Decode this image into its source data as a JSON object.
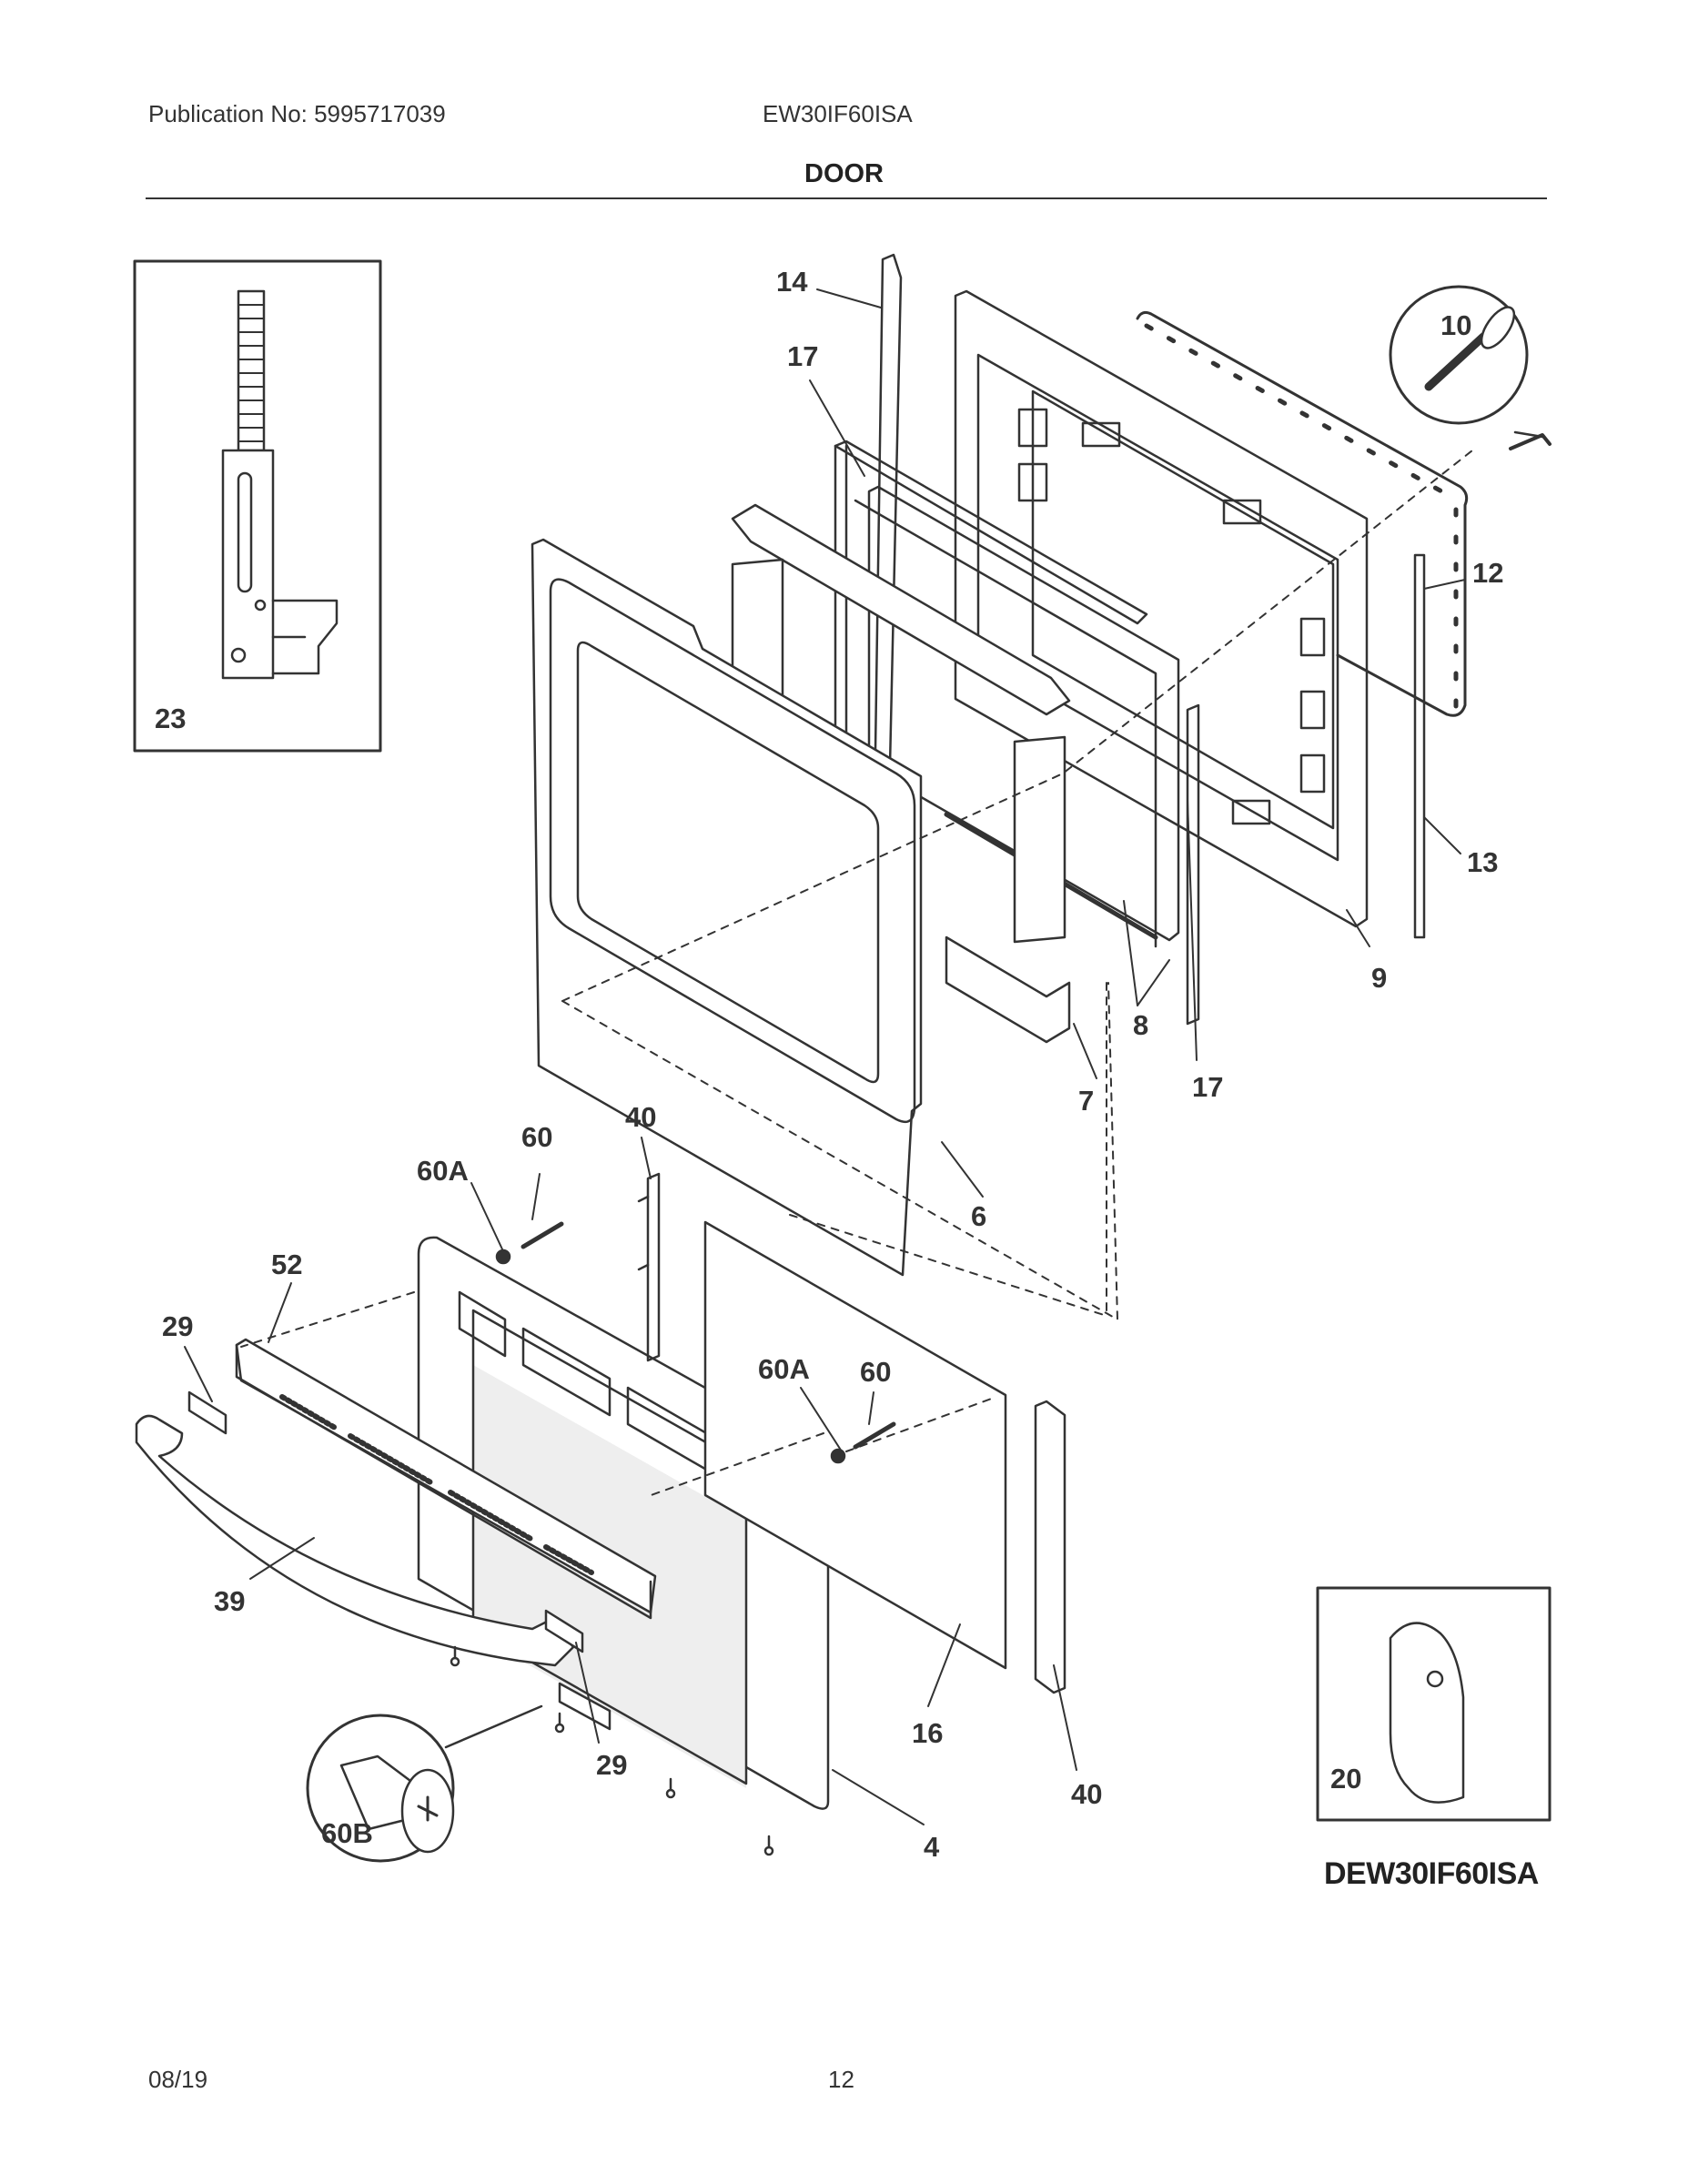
{
  "header": {
    "publication": "Publication No: 5995717039",
    "model": "EW30IF60ISA",
    "section_title": "DOOR"
  },
  "footer": {
    "date": "08/19",
    "page_number": "12"
  },
  "model_code": "DEW30IF60ISA",
  "callouts": {
    "c14": "14",
    "c17a": "17",
    "c10": "10",
    "c12": "12",
    "c13": "13",
    "c9": "9",
    "c17b": "17",
    "c8": "8",
    "c7": "7",
    "c6": "6",
    "c23": "23",
    "c60A_a": "60A",
    "c60_a": "60",
    "c40_a": "40",
    "c52": "52",
    "c29_a": "29",
    "c60A_b": "60A",
    "c60_b": "60",
    "c39": "39",
    "c29_b": "29",
    "c16": "16",
    "c40_b": "40",
    "c4": "4",
    "c60B": "60B",
    "c20": "20"
  }
}
